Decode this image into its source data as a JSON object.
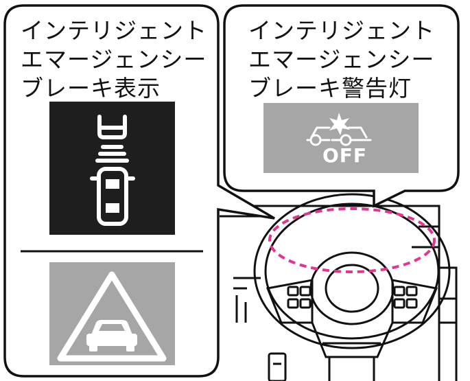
{
  "left_callout": {
    "title": "インテリジェント\nエマージェンシー\nブレーキ表示"
  },
  "right_callout": {
    "title": "インテリジェント\nエマージェンシー\nブレーキ警告灯",
    "off_label": "OFF"
  },
  "icons": {
    "display_icon": "vehicle-sensor-icon",
    "warning_triangle_icon": "car-warning-triangle-icon",
    "warning_light_icon": "collision-off-icon"
  },
  "colors": {
    "highlight": "#e6338f",
    "dark_panel": "#1e1e1e",
    "gray_panel": "#a6a6a6",
    "line": "#111111"
  }
}
